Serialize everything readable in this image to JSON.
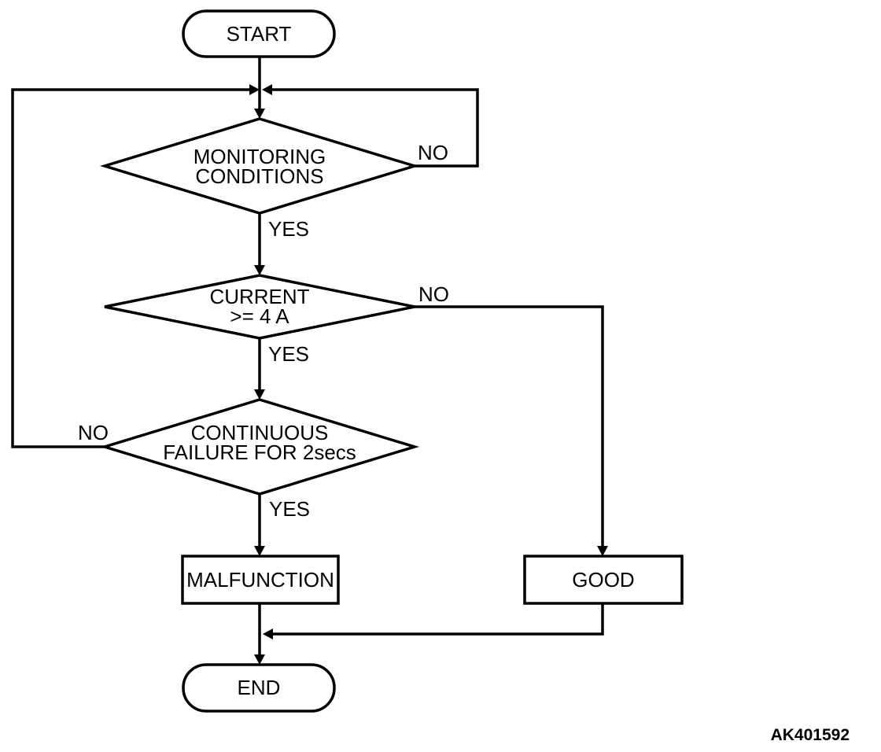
{
  "figure": {
    "code": "AK401592"
  },
  "nodes": {
    "start": {
      "label": "START"
    },
    "monitoring": {
      "line1": "MONITORING",
      "line2": "CONDITIONS"
    },
    "current": {
      "line1": "CURRENT",
      "line2": ">= 4 A"
    },
    "continuous": {
      "line1": "CONTINUOUS",
      "line2": "FAILURE FOR 2secs"
    },
    "malfunction": {
      "label": "MALFUNCTION"
    },
    "good": {
      "label": "GOOD"
    },
    "end": {
      "label": "END"
    }
  },
  "edges": {
    "monitoring_no": "NO",
    "monitoring_yes": "YES",
    "current_no": "NO",
    "current_yes": "YES",
    "continuous_no": "NO",
    "continuous_yes": "YES"
  },
  "colors": {
    "ink": "#000000",
    "background": "#ffffff"
  }
}
